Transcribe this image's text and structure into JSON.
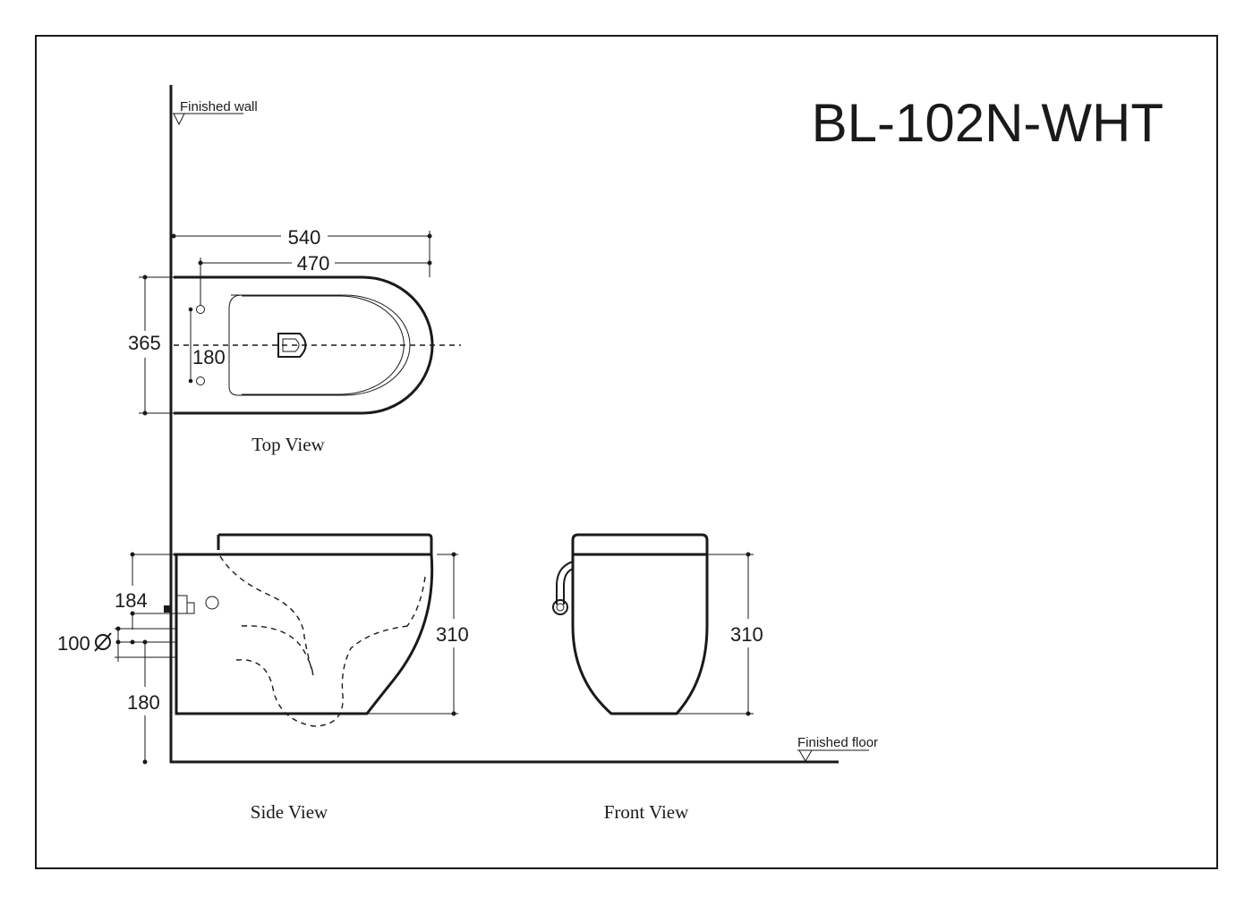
{
  "title": "BL-102N-WHT",
  "annotations": {
    "finished_wall": "Finished wall",
    "finished_floor": "Finished floor"
  },
  "views": {
    "top": "Top View",
    "side": "Side View",
    "front": "Front View"
  },
  "dimensions": {
    "top_length": "540",
    "top_inner_length": "470",
    "top_width": "365",
    "top_bolt_spacing": "180",
    "side_height": "310",
    "side_inlet_height": "184",
    "side_outlet_dia": "100",
    "side_bottom_clearance": "180",
    "front_height": "310"
  }
}
